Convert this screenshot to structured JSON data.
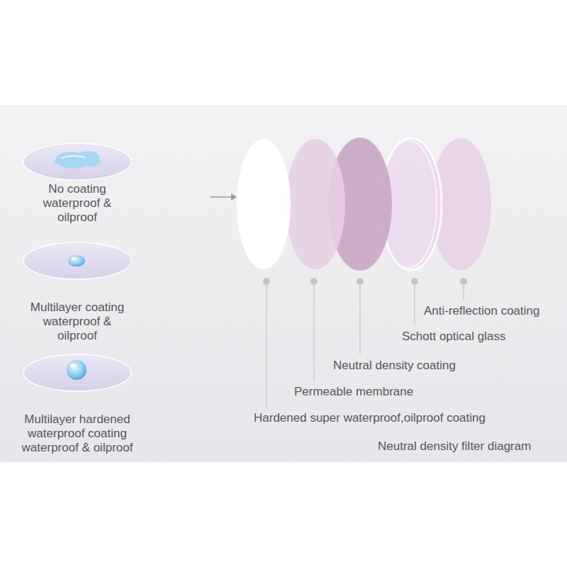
{
  "diagram": {
    "caption": "Neutral density filter diagram",
    "labels": [
      "No coating waterproof & oilproof",
      "Multilayer coating waterproof & oilproof",
      "Multilayer hardened waterproof coating waterproof & oilproof",
      "Anti-reflection coating",
      "Schott optical glass",
      "Neutral density coating",
      "Permeable membrane",
      "Hardened super waterproof,oilproof coating"
    ]
  }
}
